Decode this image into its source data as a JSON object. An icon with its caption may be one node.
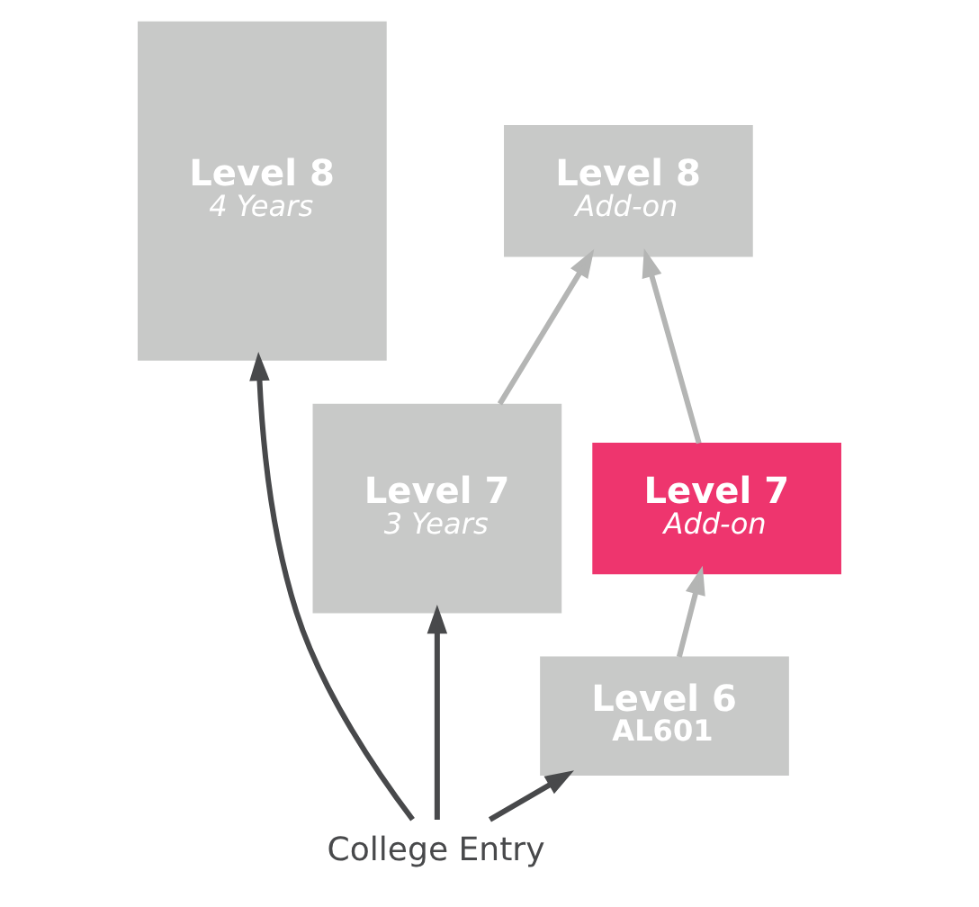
{
  "diagram": {
    "nodes": [
      {
        "text": [
          "Level 8",
          "4 Years"
        ]
      },
      {
        "text": [
          "Level 8",
          "Add-on"
        ]
      },
      {
        "text": [
          "Level 7",
          "3 Years"
        ]
      },
      {
        "text": [
          "Level 7",
          "Add-on"
        ]
      },
      {
        "text": [
          "Level 6",
          "AL601"
        ]
      },
      {
        "text": [
          "College Entry"
        ]
      }
    ],
    "edges": [
      {
        "from": 2,
        "to": 1,
        "arrow": "to"
      },
      {
        "from": 3,
        "to": 1,
        "arrow": "to"
      },
      {
        "from": 4,
        "to": 3,
        "arrow": "to"
      },
      {
        "from": 5,
        "to": 0,
        "arrow": "to",
        "color": "#48494b"
      },
      {
        "from": 5,
        "to": 2,
        "arrow": "to",
        "color": "#48494b"
      },
      {
        "from": 5,
        "to": 4,
        "arrow": "to",
        "color": "#48494b"
      }
    ]
  }
}
